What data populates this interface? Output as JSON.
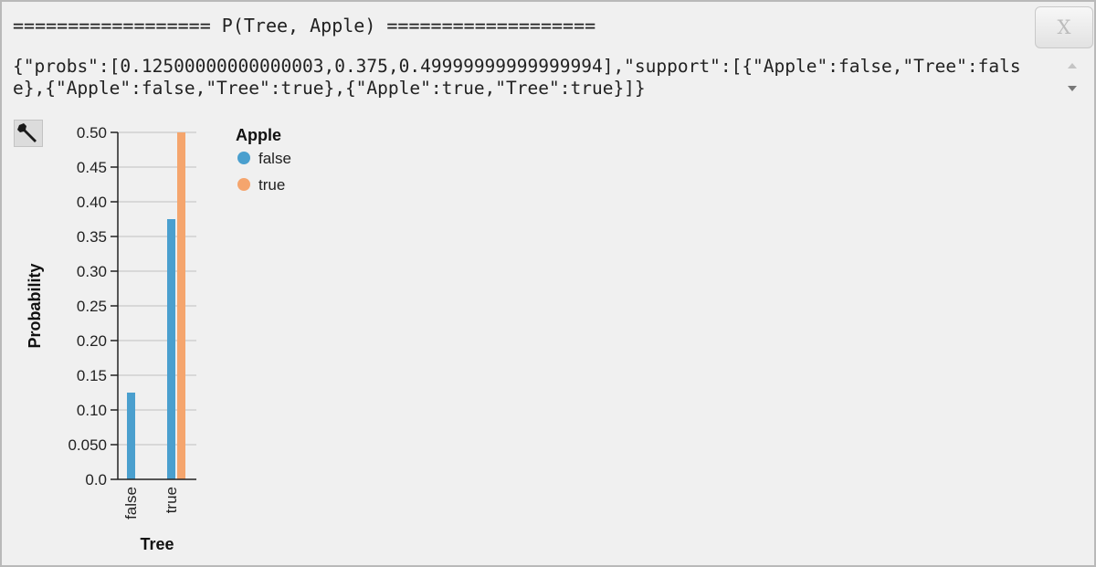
{
  "header": {
    "title_line": "================== P(Tree, Apple) ===================",
    "close_label": "X"
  },
  "output": {
    "text": "{\"probs\":[0.12500000000000003,0.375,0.49999999999999994],\"support\":[{\"Apple\":false,\"Tree\":false},{\"Apple\":false,\"Tree\":true},{\"Apple\":true,\"Tree\":true}]}"
  },
  "icons": {
    "wrench": "wrench-icon",
    "scroll_up": "scroll-up-arrow-icon",
    "scroll_down": "scroll-down-arrow-icon"
  },
  "chart_data": {
    "type": "bar",
    "title": "",
    "xlabel": "Tree",
    "ylabel": "Probability",
    "categories": [
      "false",
      "true"
    ],
    "series": [
      {
        "name": "false",
        "color": "#4a9fce",
        "values": [
          0.125,
          0.375
        ]
      },
      {
        "name": "true",
        "color": "#f5a56d",
        "values": [
          0,
          0.5
        ]
      }
    ],
    "ylim": [
      0,
      0.5
    ],
    "yticks": [
      0,
      0.05,
      0.1,
      0.15,
      0.2,
      0.25,
      0.3,
      0.35,
      0.4,
      0.45,
      0.5
    ],
    "ytick_labels": [
      "0.0",
      "0.050",
      "0.10",
      "0.15",
      "0.20",
      "0.25",
      "0.30",
      "0.35",
      "0.40",
      "0.45",
      "0.50"
    ],
    "grid": true,
    "legend": {
      "title": "Apple",
      "entries": [
        "false",
        "true"
      ],
      "position": "right-top"
    }
  }
}
